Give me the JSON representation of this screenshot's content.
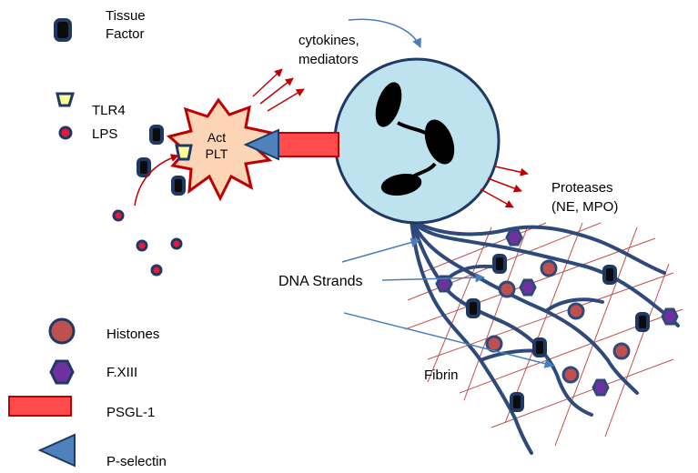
{
  "legend": {
    "tissue_factor": [
      "Tissue",
      "Factor"
    ],
    "tlr4": "TLR4",
    "lps": "LPS",
    "histones": "Histones",
    "fxiii": "F.XIII",
    "psgl1": "PSGL-1",
    "pselectin": "P-selectin"
  },
  "labels": {
    "cytokines": [
      "cytokines,",
      "mediators"
    ],
    "platelet": [
      "Act",
      "PLT"
    ],
    "proteases": [
      "Proteases",
      "(NE, MPO)"
    ],
    "dna_strands": "DNA Strands",
    "fibrin": "Fibrin"
  },
  "colors": {
    "navy": "#1f3864",
    "tissue_factor_fill": "#0b0b0b",
    "tlr4_fill": "#ffff99",
    "lps_fill": "#e8193c",
    "histone_fill": "#c0504d",
    "fxiii_fill": "#7030a0",
    "psgl1_fill": "#ff4b4b",
    "pselectin_fill": "#4f81bd",
    "cell_fill": "#bfe3ee",
    "platelet_fill": "#fbd5b5",
    "platelet_stroke": "#c00000",
    "arrow_red": "#c00000",
    "pointer_blue": "#4a7ebb",
    "strand": "#2e4a7a",
    "fibrin_line": "#c0504d"
  }
}
